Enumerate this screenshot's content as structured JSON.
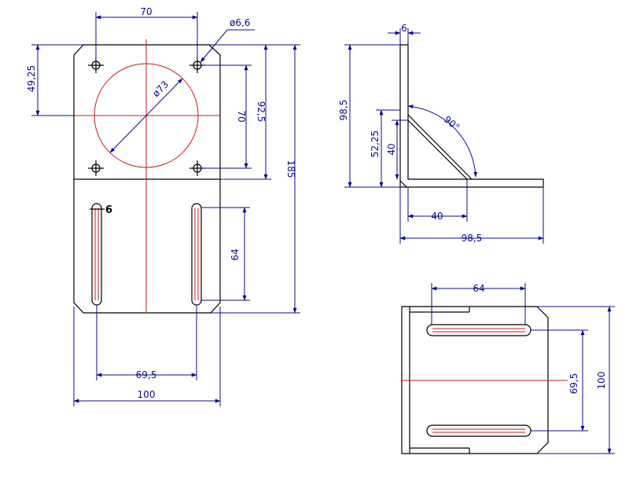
{
  "front_view": {
    "dims": {
      "hole_spacing_top": "70",
      "hole_diameter": "ø6,6",
      "top_offset": "49,25",
      "bore_diameter": "ø73",
      "hole_spacing_vertical": "70",
      "top_section_height": "92,5",
      "total_height": "185",
      "slot_width": "6",
      "slot_length": "64",
      "slot_spacing": "69,5",
      "plate_width": "100"
    }
  },
  "side_view": {
    "dims": {
      "thickness": "6",
      "upright_height": "98,5",
      "gusset_top": "52,25",
      "gusset_height": "40",
      "gusset_angle": "90°",
      "gusset_base": "40",
      "base_length": "98,5"
    }
  },
  "bottom_view": {
    "dims": {
      "slot_length": "64",
      "slot_spacing": "69,5",
      "plate_width": "100"
    }
  },
  "colors": {
    "outline": "#000000",
    "dimension": "#0b0b95",
    "centerline": "#d01818"
  }
}
